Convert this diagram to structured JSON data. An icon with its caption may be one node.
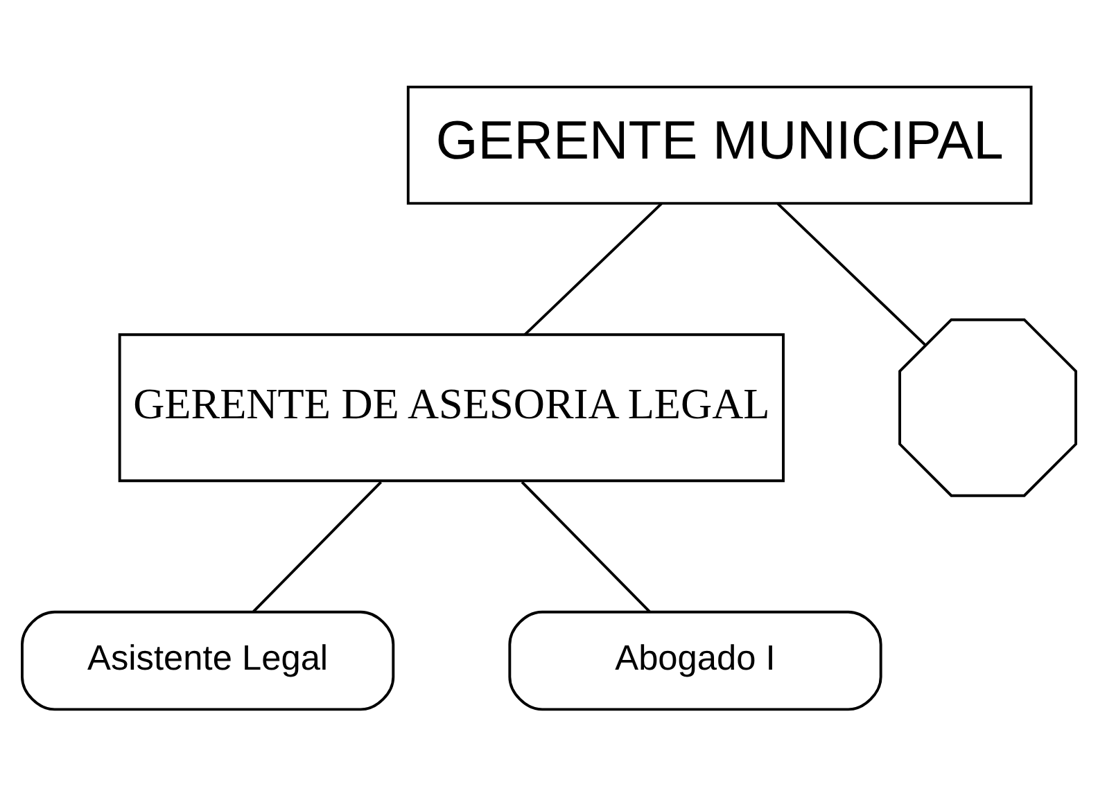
{
  "diagram": {
    "nodes": [
      {
        "text": [
          "GERENTE MUNICIPAL"
        ]
      },
      {
        "text": [
          "GERENTE DE ASESORIA LEGAL"
        ]
      },
      {
        "text": [
          "Asistente Legal"
        ]
      },
      {
        "text": [
          "Abogado I"
        ]
      },
      {
        "text": [],
        "shape": "cross"
      }
    ],
    "edges": [
      {
        "from": 0,
        "to": 4,
        "arrow": "none"
      },
      {
        "from": 0,
        "to": 1,
        "arrow": "none"
      },
      {
        "from": 1,
        "to": 2,
        "arrow": "none"
      },
      {
        "from": 1,
        "to": 3,
        "arrow": "none"
      }
    ]
  }
}
